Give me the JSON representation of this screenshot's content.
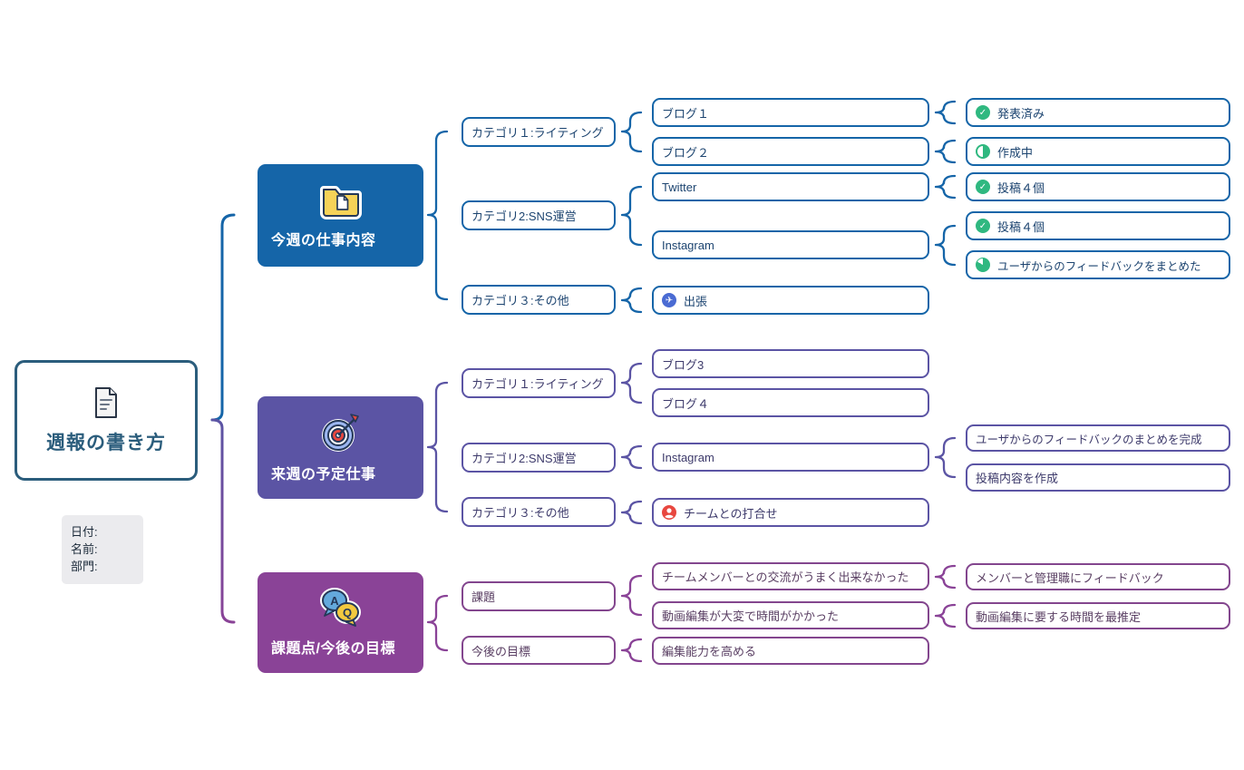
{
  "colors": {
    "blue": "#1565a8",
    "purple": "#5b54a4",
    "magenta": "#8a4397",
    "root_teal": "#2b5d7c",
    "green": "#2fb880",
    "red": "#e8473f",
    "plane_blue": "#4a6bd3",
    "folder_yellow": "#f6d258",
    "note_bg": "#ebebee"
  },
  "root": {
    "label": "週報の書き方",
    "icon": "document-icon"
  },
  "note": {
    "lines": [
      "日付:",
      "名前:",
      "部門:"
    ]
  },
  "branches": [
    {
      "label": "今週の仕事内容",
      "icon": "folder-icon",
      "categories": [
        {
          "label": "カテゴリ１:ライティング",
          "items": [
            {
              "label": "ブログ１",
              "children": [
                {
                  "icon": "check-circle-icon",
                  "label": "発表済み"
                }
              ]
            },
            {
              "label": "ブログ２",
              "children": [
                {
                  "icon": "half-circle-icon",
                  "label": "作成中"
                }
              ]
            }
          ]
        },
        {
          "label": "カテゴリ2:SNS運営",
          "items": [
            {
              "label": "Twitter",
              "children": [
                {
                  "icon": "check-circle-icon",
                  "label": "投稿４個"
                }
              ]
            },
            {
              "label": "Instagram",
              "children": [
                {
                  "icon": "check-circle-icon",
                  "label": "投稿４個"
                },
                {
                  "icon": "pie-circle-icon",
                  "label": "ユーザからのフィードバックをまとめた"
                }
              ]
            }
          ]
        },
        {
          "label": "カテゴリ３:その他",
          "items": [
            {
              "label": "出張",
              "icon": "airplane-icon",
              "children": []
            }
          ]
        }
      ]
    },
    {
      "label": "来週の予定仕事",
      "icon": "target-icon",
      "categories": [
        {
          "label": "カテゴリ１:ライティング",
          "items": [
            {
              "label": "ブログ3",
              "children": []
            },
            {
              "label": "ブログ４",
              "children": []
            }
          ]
        },
        {
          "label": "カテゴリ2:SNS運営",
          "items": [
            {
              "label": "Instagram",
              "children": [
                {
                  "label": "ユーザからのフィードバックのまとめを完成"
                },
                {
                  "label": "投稿内容を作成"
                }
              ]
            }
          ]
        },
        {
          "label": "カテゴリ３:その他",
          "items": [
            {
              "label": "チームとの打合せ",
              "icon": "person-icon",
              "children": []
            }
          ]
        }
      ]
    },
    {
      "label": "課題点/今後の目標",
      "icon": "qa-bubbles-icon",
      "categories": [
        {
          "label": "課題",
          "items": [
            {
              "label": "チームメンバーとの交流がうまく出来なかった",
              "children": [
                {
                  "label": "メンバーと管理職にフィードバック"
                }
              ]
            },
            {
              "label": "動画編集が大変で時間がかかった",
              "children": [
                {
                  "label": "動画編集に要する時間を最推定"
                }
              ]
            }
          ]
        },
        {
          "label": "今後の目標",
          "items": [
            {
              "label": "編集能力を高める",
              "children": []
            }
          ]
        }
      ]
    }
  ]
}
